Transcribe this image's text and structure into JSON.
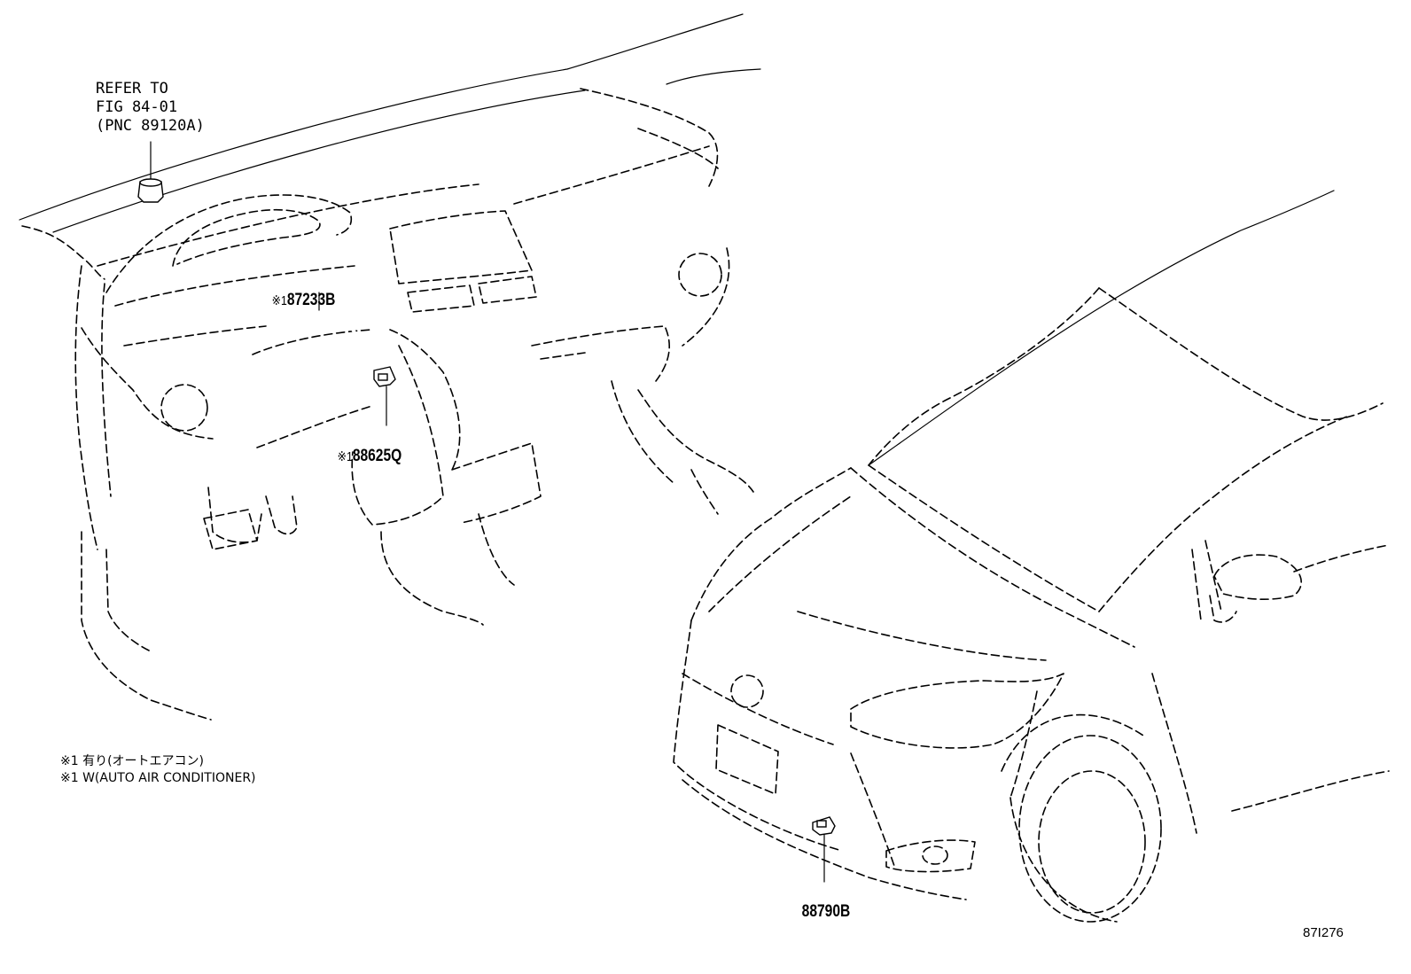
{
  "refer_note": {
    "line1": "REFER TO",
    "line2": "FIG 84-01",
    "line3": "(PNC 89120A)"
  },
  "callouts": [
    {
      "id": "87233B",
      "mark": "※1",
      "part_no": "87233B"
    },
    {
      "id": "88625Q",
      "mark": "※1",
      "part_no": "88625Q"
    },
    {
      "id": "88790B",
      "mark": "",
      "part_no": "88790B"
    }
  ],
  "footnotes": {
    "line1": "※1 有り(オートエアコン)",
    "line2": "※1 W(AUTO AIR CONDITIONER)"
  },
  "illustration_number": "87I276"
}
